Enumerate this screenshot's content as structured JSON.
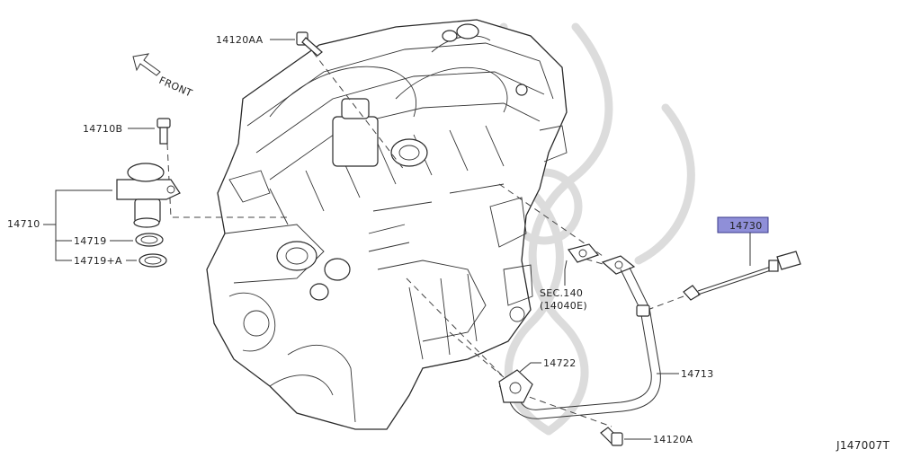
{
  "labels": {
    "front": "FRONT",
    "bolt_top": "14120AA",
    "bolt_sensor": "14710B",
    "sensor_group": "14710",
    "seal_a": "14719",
    "seal_b": "14719+A",
    "connector_highlight": "14730",
    "section_ref": "SEC.140",
    "section_sub": "(14040E)",
    "gasket": "14722",
    "tube": "14713",
    "bolt_bottom": "14120A",
    "diagram_id": "J147007T"
  },
  "colors": {
    "highlight_fill": "#8f8fd8",
    "highlight_stroke": "#3a3a8a",
    "line": "#333333"
  }
}
